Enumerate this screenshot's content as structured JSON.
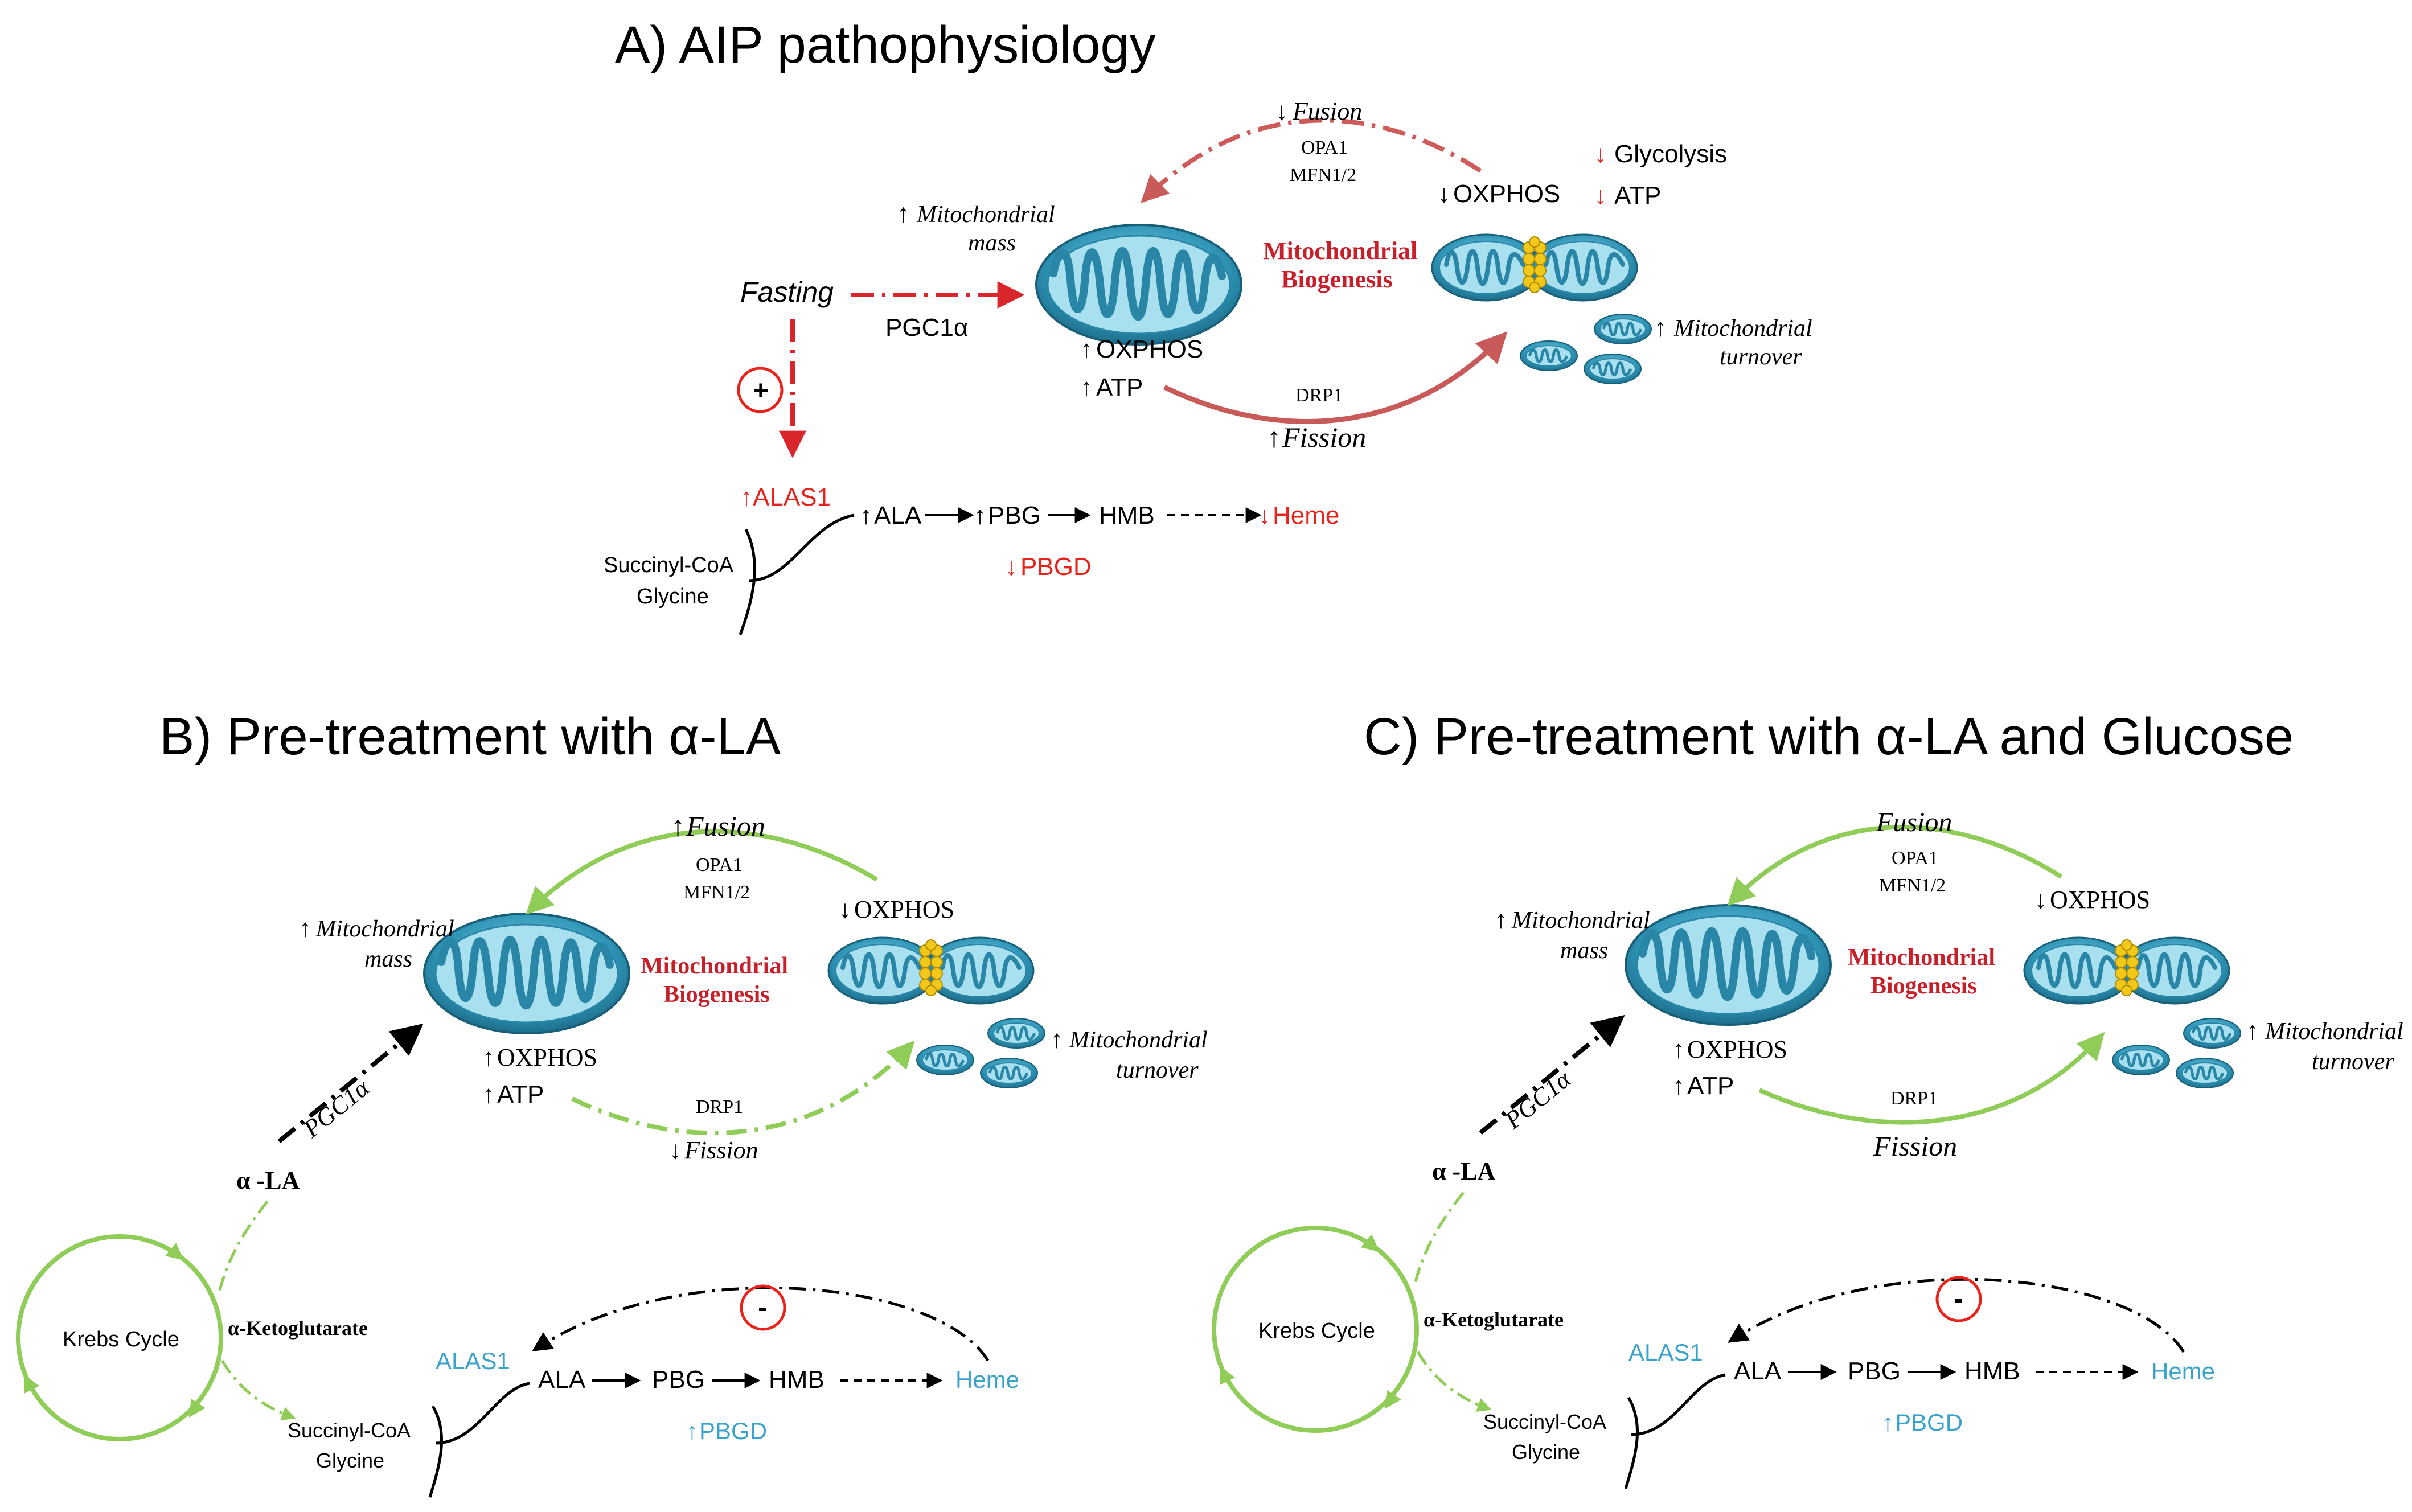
{
  "colors": {
    "red": "#e8231c",
    "darkred": "#c8202a",
    "dashred": "#cf5a5a",
    "green": "#8fcc58",
    "teal": "#3aa3cc",
    "mito": "#2c8fb0",
    "black": "#000000"
  },
  "panel_a": {
    "title": "A) AIP pathophysiology",
    "fasting": "Fasting",
    "pgc1a": "PGC1α",
    "plus": "+",
    "fusion": "Fusion",
    "opa1": "OPA1",
    "mfn": "MFN1/2",
    "oxphos_down": "OXPHOS",
    "glycolysis": "Glycolysis",
    "atp_down": "ATP",
    "mito_mass_1": "Mitochondrial",
    "mito_mass_2": "mass",
    "biogenesis_1": "Mitochondrial",
    "biogenesis_2": "Biogenesis",
    "oxphos_up": "OXPHOS",
    "atp_up": "ATP",
    "drp1": "DRP1",
    "fission": "Fission",
    "turnover_1": "Mitochondrial",
    "turnover_2": "turnover",
    "alas1": "ALAS1",
    "succinyl": "Succinyl-CoA",
    "glycine": "Glycine",
    "ala": "ALA",
    "pbg": "PBG",
    "hmb": "HMB",
    "heme": "Heme",
    "pbgd": "PBGD"
  },
  "panel_b": {
    "title": "B) Pre-treatment with α-LA",
    "fusion": "Fusion",
    "opa1": "OPA1",
    "mfn": "MFN1/2",
    "oxphos_down": "OXPHOS",
    "mito_mass_1": "Mitochondrial",
    "mito_mass_2": "mass",
    "biogenesis_1": "Mitochondrial",
    "biogenesis_2": "Biogenesis",
    "pgc1a": "PGC1α",
    "oxphos_up": "OXPHOS",
    "atp_up": "ATP",
    "drp1": "DRP1",
    "fission": "Fission",
    "turnover_1": "Mitochondrial",
    "turnover_2": "turnover",
    "ala_drug": "α -LA",
    "krebs": "Krebs Cycle",
    "akg": "α-Ketoglutarate",
    "succinyl": "Succinyl-CoA",
    "glycine": "Glycine",
    "alas1": "ALAS1",
    "ala": "ALA",
    "pbg": "PBG",
    "hmb": "HMB",
    "heme": "Heme",
    "pbgd": "PBGD",
    "minus": "-"
  },
  "panel_c": {
    "title": "C) Pre-treatment with α-LA and Glucose",
    "fusion": "Fusion",
    "opa1": "OPA1",
    "mfn": "MFN1/2",
    "oxphos_down": "OXPHOS",
    "mito_mass_1": "Mitochondrial",
    "mito_mass_2": "mass",
    "biogenesis_1": "Mitochondrial",
    "biogenesis_2": "Biogenesis",
    "pgc1a": "PGC1α",
    "oxphos_up": "OXPHOS",
    "atp_up": "ATP",
    "drp1": "DRP1",
    "fission": "Fission",
    "turnover_1": "Mitochondrial",
    "turnover_2": "turnover",
    "ala_drug": "α -LA",
    "krebs": "Krebs Cycle",
    "akg": "α-Ketoglutarate",
    "succinyl": "Succinyl-CoA",
    "glycine": "Glycine",
    "alas1": "ALAS1",
    "ala": "ALA",
    "pbg": "PBG",
    "hmb": "HMB",
    "heme": "Heme",
    "pbgd": "PBGD",
    "minus": "-"
  }
}
